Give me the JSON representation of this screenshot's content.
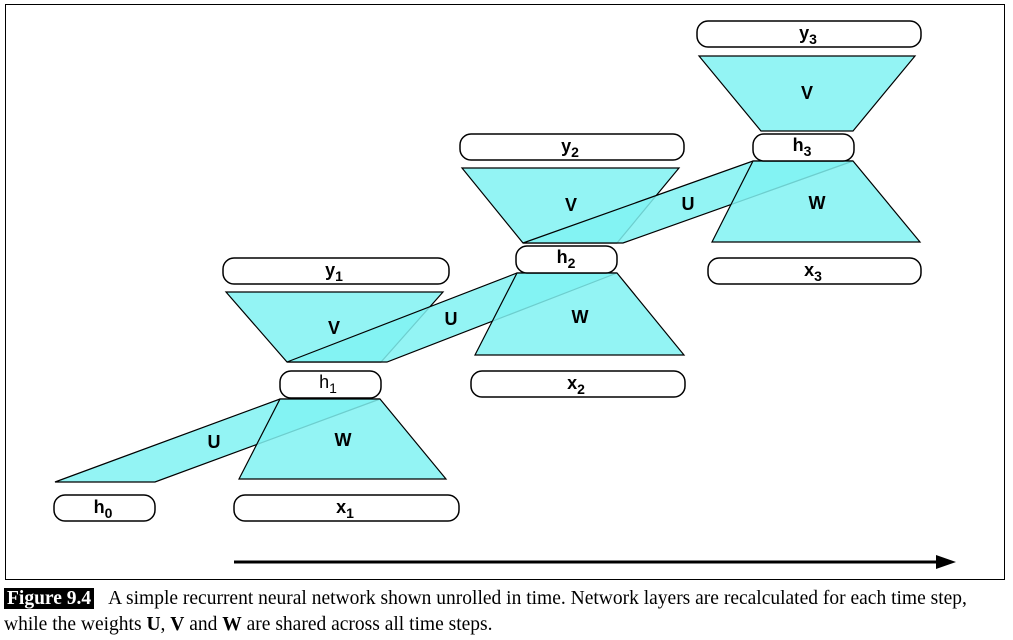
{
  "colors": {
    "weight_fill": "#80f2f2",
    "stroke": "#000000",
    "background": "#ffffff"
  },
  "nodes": {
    "h0": {
      "base": "h",
      "sub": "0"
    },
    "x1": {
      "base": "x",
      "sub": "1"
    },
    "h1": {
      "base": "h",
      "sub": "1"
    },
    "y1": {
      "base": "y",
      "sub": "1"
    },
    "x2": {
      "base": "x",
      "sub": "2"
    },
    "h2": {
      "base": "h",
      "sub": "2"
    },
    "y2": {
      "base": "y",
      "sub": "2"
    },
    "x3": {
      "base": "x",
      "sub": "3"
    },
    "h3": {
      "base": "h",
      "sub": "3"
    },
    "y3": {
      "base": "y",
      "sub": "3"
    }
  },
  "weights": {
    "U": "U",
    "V": "V",
    "W": "W"
  },
  "caption": {
    "label": "Figure 9.4",
    "text_1": "A simple recurrent neural network shown unrolled in time. Network layers are recalculated for each time step, while the weights ",
    "U": "U",
    "sep_1": ", ",
    "V": "V",
    "sep_2": " and ",
    "W": "W",
    "text_2": " are shared across all time steps."
  }
}
